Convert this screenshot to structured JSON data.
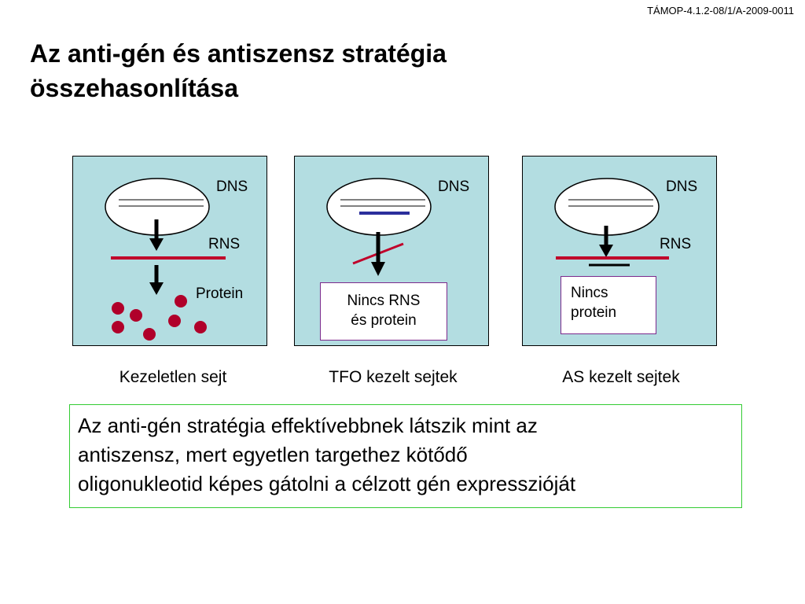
{
  "header": {
    "code": "TÁMOP-4.1.2-08/1/A-2009-0011"
  },
  "title": {
    "line1": "Az anti-gén és antiszensz stratégia",
    "line2": "összehasonlítása"
  },
  "panels": [
    {
      "dns_label": "DNS",
      "rns_label": "RNS",
      "protein_label": "Protein",
      "caption": "Kezeletlen sejt"
    },
    {
      "dns_label": "DNS",
      "box_line1": "Nincs RNS",
      "box_line2": "és protein",
      "caption": "TFO kezelt sejtek"
    },
    {
      "dns_label": "DNS",
      "rns_label": "RNS",
      "box_line1": "Nincs",
      "box_line2": "protein",
      "caption": "AS kezelt sejtek"
    }
  ],
  "note": {
    "line1": "Az anti-gén stratégia effektívebbnek látszik mint az",
    "line2": "antiszensz, mert egyetlen targethez kötődő",
    "line3": "oligonukleotid képes gátolni a célzott gén expresszióját"
  },
  "colors": {
    "panel_bg": "#b3dde1",
    "rna": "#c0002a",
    "protein_dots": "#b0002a",
    "tfo": "#2b2f9c",
    "box_border": "#7b2a8c",
    "note_border": "#33cc33"
  }
}
